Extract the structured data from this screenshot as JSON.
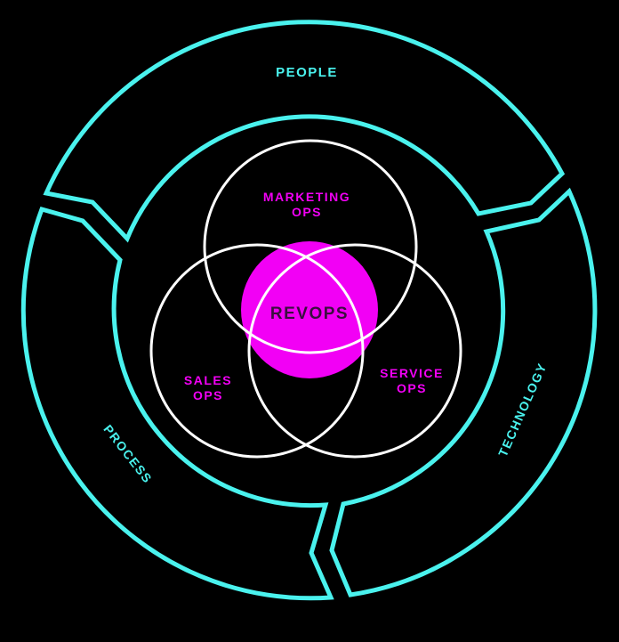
{
  "colors": {
    "background": "#000000",
    "ring": "#4af2ee",
    "venn_outline": "#ffffff",
    "accent": "#f200f5",
    "core_text": "#3a0f3e"
  },
  "rings": {
    "people": "PEOPLE",
    "process": "PROCESS",
    "technology": "TECHNOLOGY"
  },
  "venn": {
    "marketing": [
      "MARKETING",
      "OPS"
    ],
    "sales": [
      "SALES",
      "OPS"
    ],
    "service": [
      "SERVICE",
      "OPS"
    ],
    "core": "REVOPS"
  }
}
